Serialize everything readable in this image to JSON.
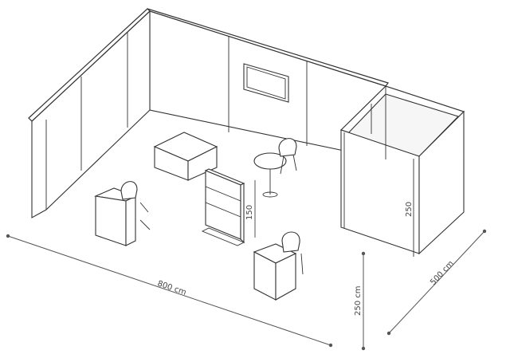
{
  "dimensions": {
    "length": "800 cm",
    "depth": "500 cm",
    "wall_height": "250 cm",
    "cabin_height": "250",
    "shelf_height": "150"
  }
}
